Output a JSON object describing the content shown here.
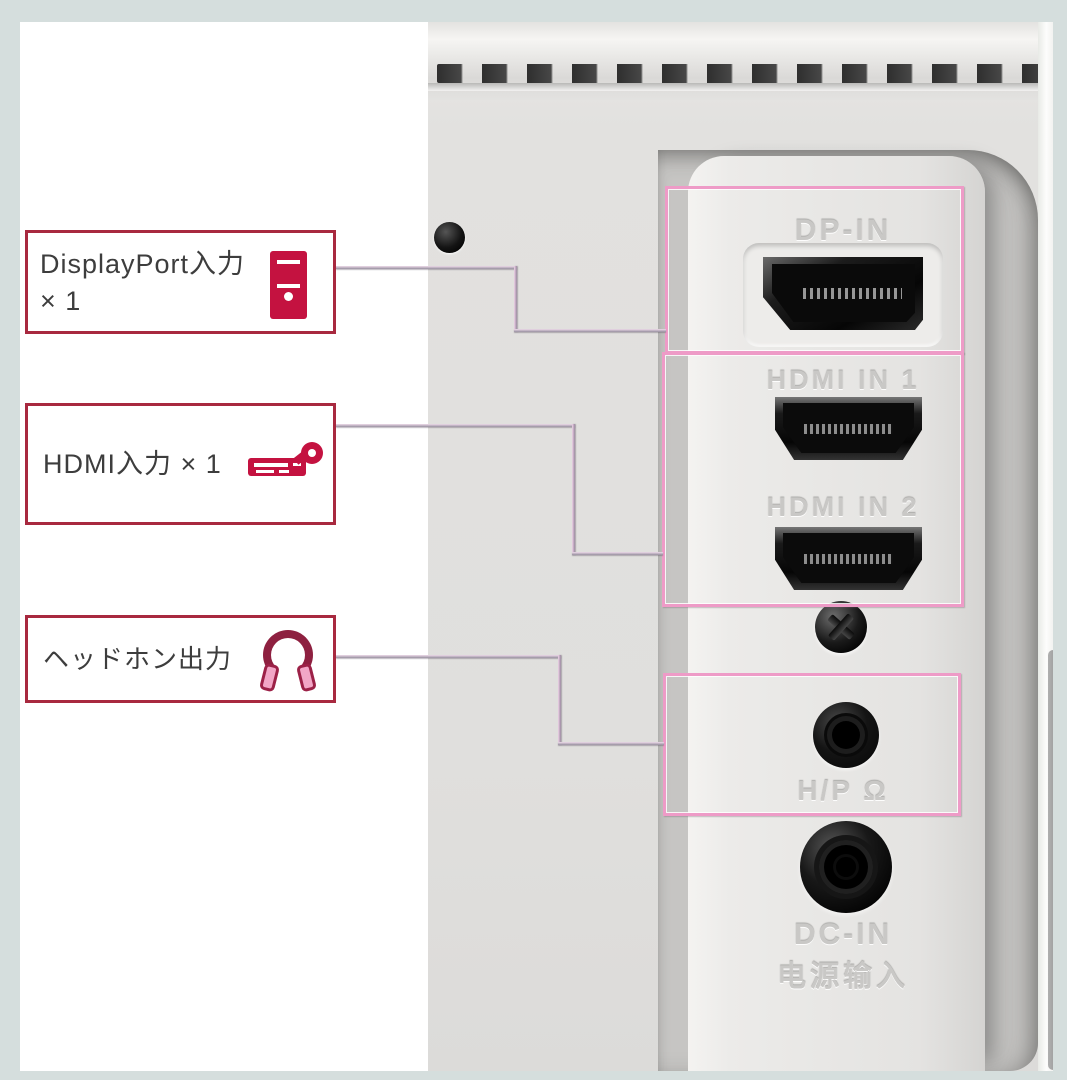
{
  "frame": {
    "background": "#d5dedd"
  },
  "callouts": [
    {
      "title": "DisplayPort入力",
      "count": "× 1",
      "icon": "pc-tower-icon"
    },
    {
      "title": "HDMI入力 × 1",
      "icon": "media-player-icon"
    },
    {
      "title": "ヘッドホン出力",
      "icon": "headphones-icon"
    }
  ],
  "ports": {
    "dp": "DP-IN",
    "hdmi1": "HDMI IN 1",
    "hdmi2": "HDMI IN 2",
    "hp": "H/P",
    "hp_symbol": "Ω",
    "dc": "DC-IN",
    "dc_sub": "电源输入"
  },
  "colors": {
    "highlight_pink": "#ee9bc7",
    "callout_border_red": "#a8293f",
    "icon_red": "#c41240"
  }
}
